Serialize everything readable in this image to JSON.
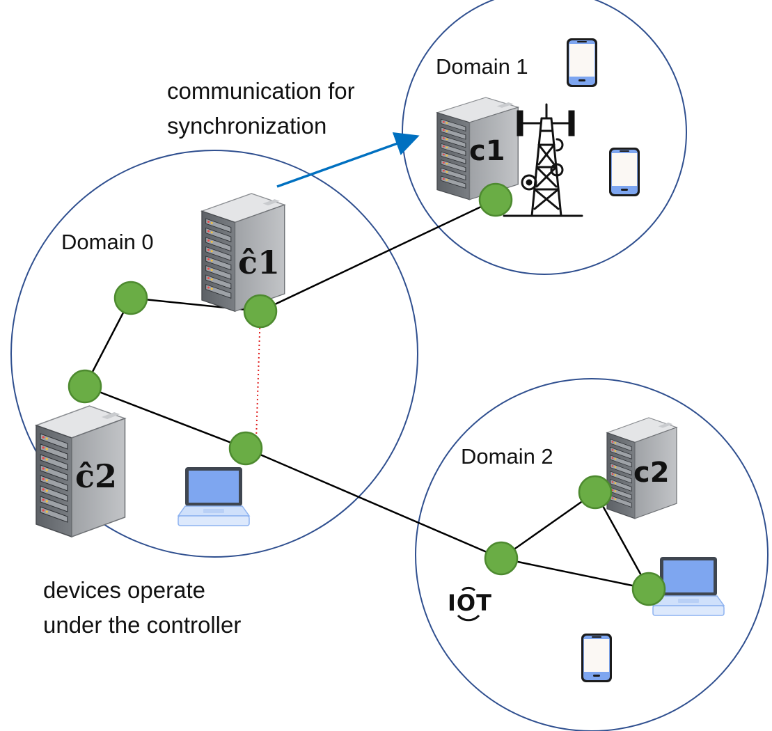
{
  "domains": [
    {
      "id": "d0",
      "label": "Domain 0"
    },
    {
      "id": "d1",
      "label": "Domain 1"
    },
    {
      "id": "d2",
      "label": "Domain 2"
    }
  ],
  "servers": [
    {
      "id": "c1hat",
      "label": "ĉ1"
    },
    {
      "id": "c2hat",
      "label": "ĉ2"
    },
    {
      "id": "c1",
      "label": "c1"
    },
    {
      "id": "c2",
      "label": "c2"
    }
  ],
  "captions": {
    "sync_line1": "communication for",
    "sync_line2": "synchronization",
    "devices_line1": "devices operate",
    "devices_line2": "under the controller"
  },
  "icons": {
    "iot_label": "IOT"
  },
  "colors": {
    "domain_border": "#2f4f8f",
    "node_fill": "#6aad45",
    "node_border": "#4d8a2f",
    "link": "#000000",
    "sync_arrow": "#0070c0",
    "dotted_link": "#e02020",
    "device_blue": "#7ea6f0"
  }
}
